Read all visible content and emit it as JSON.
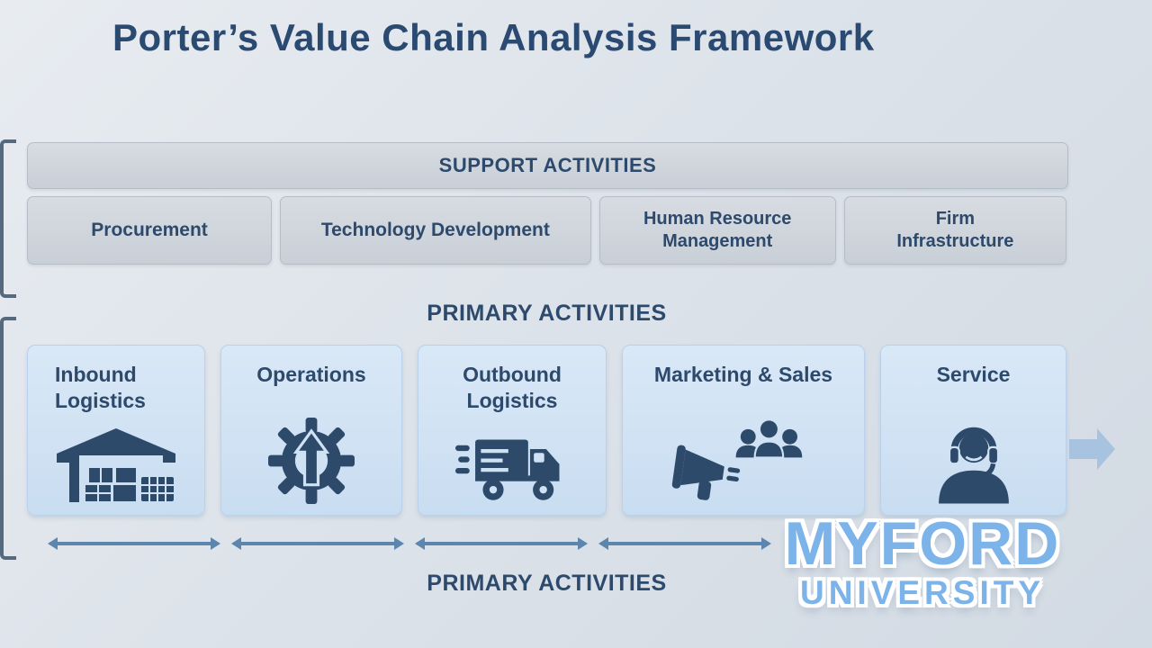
{
  "title": "Porter’s Value Chain Analysis Framework",
  "support": {
    "header": "SUPPORT ACTIVITIES",
    "items": [
      {
        "label": "Procurement"
      },
      {
        "label": "Technology Development"
      },
      {
        "label": "Human Resource Management"
      },
      {
        "label": "Firm Infrastructure"
      }
    ]
  },
  "primary": {
    "top_label": "PRIMARY ACTIVITIES",
    "bottom_label": "PRIMARY ACTIVITIES",
    "items": [
      {
        "label": "Inbound Logistics",
        "icon": "warehouse-icon"
      },
      {
        "label": "Operations",
        "icon": "gear-arrow-icon"
      },
      {
        "label": "Outbound Logistics",
        "icon": "delivery-truck-icon"
      },
      {
        "label": "Marketing & Sales",
        "icon": "megaphone-audience-icon"
      },
      {
        "label": "Service",
        "icon": "headset-support-icon"
      }
    ]
  },
  "watermark": {
    "line1": "MYFORD",
    "line2": "UNIVERSITY"
  },
  "colors": {
    "navy_text": "#2d4a6c",
    "support_box": "#ccd3db",
    "primary_box": "#cfe2f4",
    "arrow_line": "#5d86af",
    "flow_arrow": "#a7c3df",
    "watermark_blue": "#7cb3e9",
    "background": "#dde3ea"
  }
}
